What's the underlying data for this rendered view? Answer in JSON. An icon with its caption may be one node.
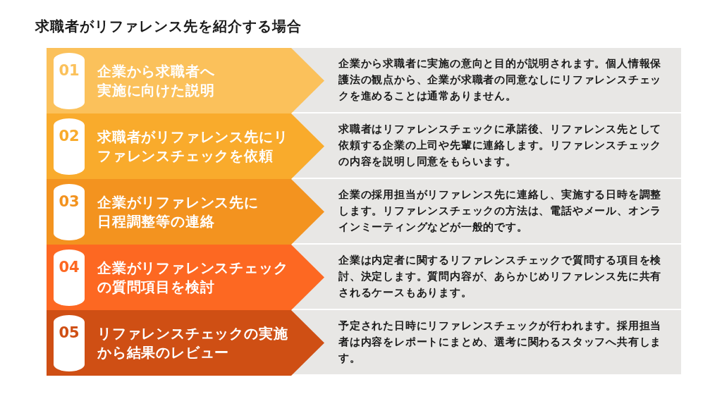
{
  "diagram": {
    "title": "求職者がリファレンス先を紹介する場合",
    "nodes": [
      {
        "text": [
          "企業から求職者へ実施に向けた説明"
        ]
      },
      {
        "text": [
          "01"
        ],
        "in": 0
      },
      {
        "text": [
          "企業から求職者に実施の意向と目的が説明されます。個人情報保護法の観点から、企業が求職者の同意なしにリファレンスチェックを進めることは通常ありません。"
        ]
      },
      {
        "text": [
          "求職者がリファレンス先にリファレンスチェックを依頼"
        ]
      },
      {
        "text": [
          "02"
        ],
        "in": 3
      },
      {
        "text": [
          "求職者はリファレンスチェックに承諾後、リファレンス先として依頼する企業の上司や先輩に連絡します。リファレンスチェックの内容を説明し同意をもらいます。"
        ]
      },
      {
        "text": [
          "企業がリファレンス先に日程調整等の連絡"
        ]
      },
      {
        "text": [
          "03"
        ],
        "in": 6
      },
      {
        "text": [
          "企業の採用担当がリファレンス先に連絡し、実施する日時を調整します。リファレンスチェックの方法は、電話やメール、オンラインミーティングなどが一般的です。"
        ]
      },
      {
        "text": [
          "企業がリファレンスチェックの質問項目を検討"
        ]
      },
      {
        "text": [
          "04"
        ],
        "in": 9
      },
      {
        "text": [
          "企業は内定者に関するリファレンスチェックで質問する項目を検討、決定します。質問内容が、あらかじめリファレンス先に共有されるケースもあります。"
        ]
      },
      {
        "text": [
          "リファレンスチェックの実施から結果のレビュー"
        ]
      },
      {
        "text": [
          "05"
        ],
        "in": 12
      },
      {
        "text": [
          "予定された日時にリファレンスチェックが行われます。採用担当者は内容をレポートにまとめ、選考に関わるスタッフへ共有します。"
        ]
      }
    ]
  }
}
